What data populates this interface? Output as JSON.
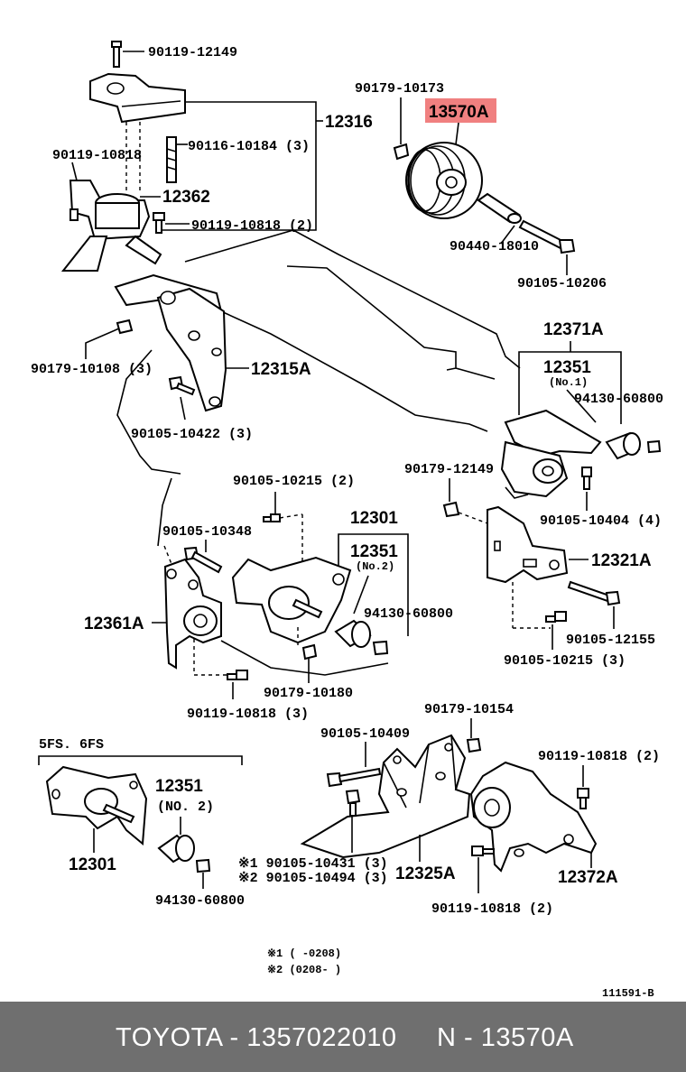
{
  "labels": {
    "l90119_12149": "90119-12149",
    "l12316": "12316",
    "l90119_10818": "90119-10818",
    "l90116_10184": "90116-10184 (3)",
    "l12362": "12362",
    "l90119_10818_2a": "90119-10818 (2)",
    "l90179_10173": "90179-10173",
    "l13570A": "13570A",
    "l90440_18010": "90440-18010",
    "l90105_10206": "90105-10206",
    "l90179_10108": "90179-10108 (3)",
    "l12315A": "12315A",
    "l90105_10422": "90105-10422 (3)",
    "l12371A": "12371A",
    "l12351a": "12351",
    "lNo1": "(No.1)",
    "l94130_60800a": "94130-60800",
    "l90179_12149": "90179-12149",
    "l90105_10404": "90105-10404 (4)",
    "l12321A": "12321A",
    "l90105_12155": "90105-12155",
    "l90105_10215_3": "90105-10215 (3)",
    "l90105_10215_2": "90105-10215 (2)",
    "l90105_10348": "90105-10348",
    "l12301a": "12301",
    "l12351b": "12351",
    "lNo2a": "(No.2)",
    "l94130_60800b": "94130-60800",
    "l12361A": "12361A",
    "l90179_10180": "90179-10180",
    "l90119_10818_3": "90119-10818 (3)",
    "l5fs6fs": "5FS. 6FS",
    "l12351c": "12351",
    "lNo2b": "(NO. 2)",
    "l12301b": "12301",
    "l94130_60800c": "94130-60800",
    "l90105_10409": "90105-10409",
    "l90179_10154": "90179-10154",
    "l90119_10818_2b": "90119-10818 (2)",
    "l90105_10431": "※1 90105-10431 (3)",
    "l90105_10494": "※2 90105-10494 (3)",
    "l12325A": "12325A",
    "l12372A": "12372A",
    "l90119_10818_2c": "90119-10818 (2)",
    "note1": "※1 (      -0208)",
    "note2": "※2 (0208-         )",
    "code": "111591-B"
  },
  "highlight_color": "#f08080",
  "footer": {
    "left": "TOYOTA - 1357022010",
    "right": "N - 13570A"
  }
}
